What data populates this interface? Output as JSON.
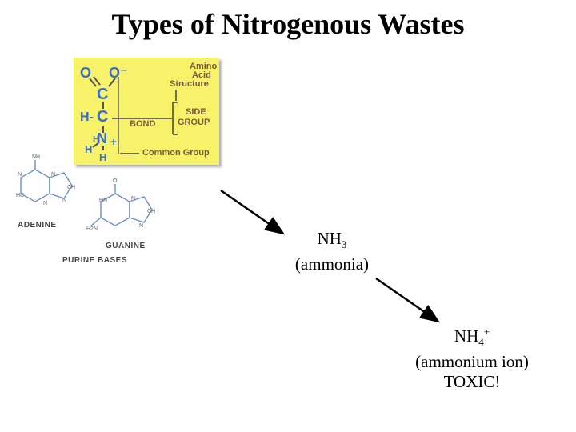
{
  "slide": {
    "title": "Types of Nitrogenous Wastes"
  },
  "amino_acid_figure": {
    "heading_line1": "Amino",
    "heading_line2": "Acid",
    "heading_line3": "Structure",
    "bond_label": "BOND",
    "side_group_line1": "SIDE",
    "side_group_line2": "GROUP",
    "common_group_label": "Common Group",
    "atoms": {
      "o1": "O",
      "o2": "O⁻",
      "c": "C",
      "h": "H-",
      "n": "N",
      "plus": "+",
      "h1": "H",
      "h2": "H",
      "h3": "H"
    }
  },
  "purine_figure": {
    "adenine_label": "ADENINE",
    "guanine_label": "GUANINE",
    "caption": "PURINE BASES"
  },
  "ammonia": {
    "formula_main": "NH",
    "formula_sub": "3",
    "name": "(ammonia)"
  },
  "ammonium": {
    "formula_main": "NH",
    "formula_sub": "4",
    "formula_sup": "+",
    "name": "(ammonium ion)",
    "note": "TOXIC!"
  },
  "colors": {
    "card_background": "#f8f16a",
    "card_text": "#7a5a3c",
    "structure_stroke": "#3a6fc0"
  }
}
